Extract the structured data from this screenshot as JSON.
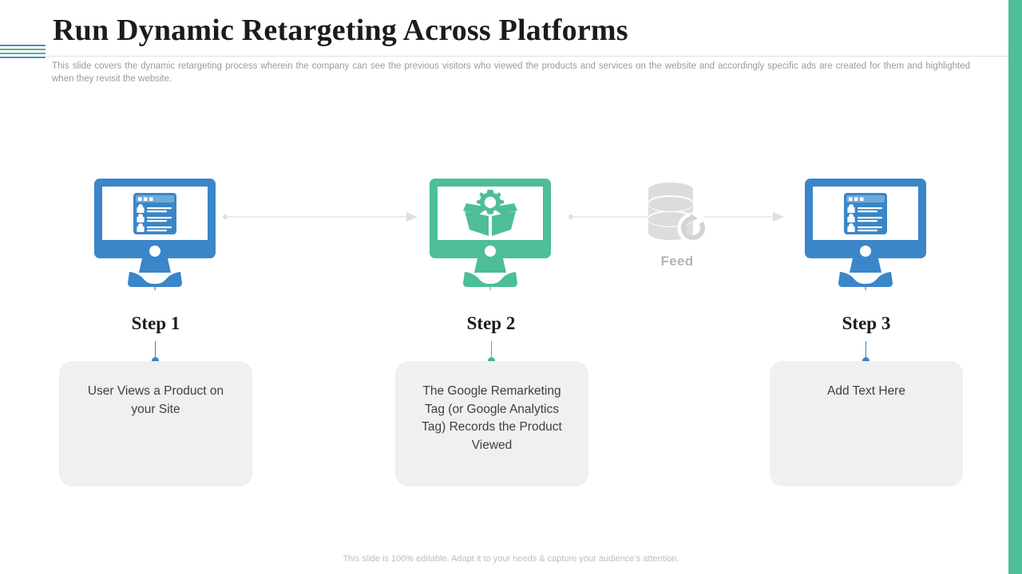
{
  "slide": {
    "title": "Run Dynamic Retargeting Across Platforms",
    "subtitle": "This slide covers the dynamic retargeting process wherein the company can see the previous visitors who viewed the products and services on the website and accordingly specific ads are created for them and highlighted when they revisit the website.",
    "footer": "This slide is 100% editable. Adapt it to your needs & capture your audience’s attention."
  },
  "colors": {
    "blue": "#3A86C8",
    "green": "#4DBE96",
    "grey_icon": "#DCDCDC",
    "feed_label": "#B4B4B4",
    "card_bg": "#F0F0F0",
    "arrow": "#DEDEDE",
    "accent_blue": "#4A8FC4",
    "accent_green": "#5CAE90"
  },
  "diagram": {
    "feed": {
      "label": "Feed",
      "icon": "database-refresh-icon"
    },
    "arrows": [
      {
        "name": "arrow-step1-to-step2"
      },
      {
        "name": "arrow-step2-to-step3"
      }
    ],
    "steps": [
      {
        "label": "Step 1",
        "icon": "monitor-browser-list-icon",
        "accent": "#3A86C8",
        "text": "User Views a Product on your Site"
      },
      {
        "label": "Step 2",
        "icon": "monitor-open-box-gear-icon",
        "accent": "#3FB98B",
        "text": "The Google Remarketing Tag (or Google Analytics Tag) Records the Product Viewed"
      },
      {
        "label": "Step 3",
        "icon": "monitor-browser-list-icon",
        "accent": "#3A86C8",
        "text": "Add Text Here"
      }
    ]
  }
}
